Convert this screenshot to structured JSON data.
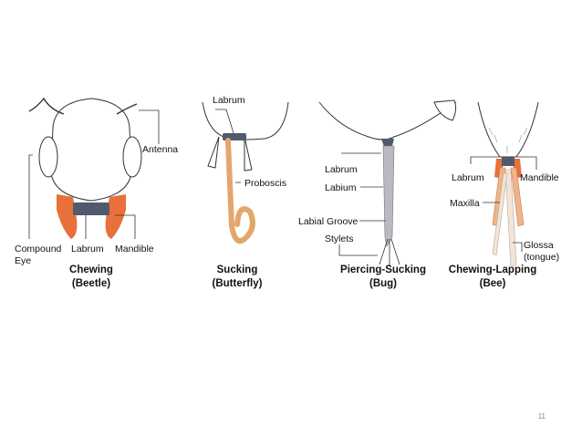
{
  "colors": {
    "mandible": "#e8703a",
    "labrum": "#505a6e",
    "proboscis": "#e3a66b",
    "stylet": "#b9b9c0"
  },
  "panels": [
    {
      "title": "Chewing",
      "subtitle": "(Beetle)",
      "labels": {
        "antenna": "Antenna",
        "compound_eye": "Compound",
        "compound_eye_2": "Eye",
        "labrum": "Labrum",
        "mandible": "Mandible"
      }
    },
    {
      "title": "Sucking",
      "subtitle": "(Butterfly)",
      "labels": {
        "labrum": "Labrum",
        "proboscis": "Proboscis"
      }
    },
    {
      "title": "Piercing-Sucking",
      "subtitle": "(Bug)",
      "labels": {
        "labrum": "Labrum",
        "labium": "Labium",
        "labial_groove": "Labial Groove",
        "stylets": "Stylets"
      }
    },
    {
      "title": "Chewing-Lapping",
      "subtitle": "(Bee)",
      "labels": {
        "labrum": "Labrum",
        "mandible": "Mandible",
        "maxilla": "Maxilla",
        "glossa": "Glossa",
        "glossa_2": "(tongue)"
      }
    }
  ],
  "page_number": "11"
}
